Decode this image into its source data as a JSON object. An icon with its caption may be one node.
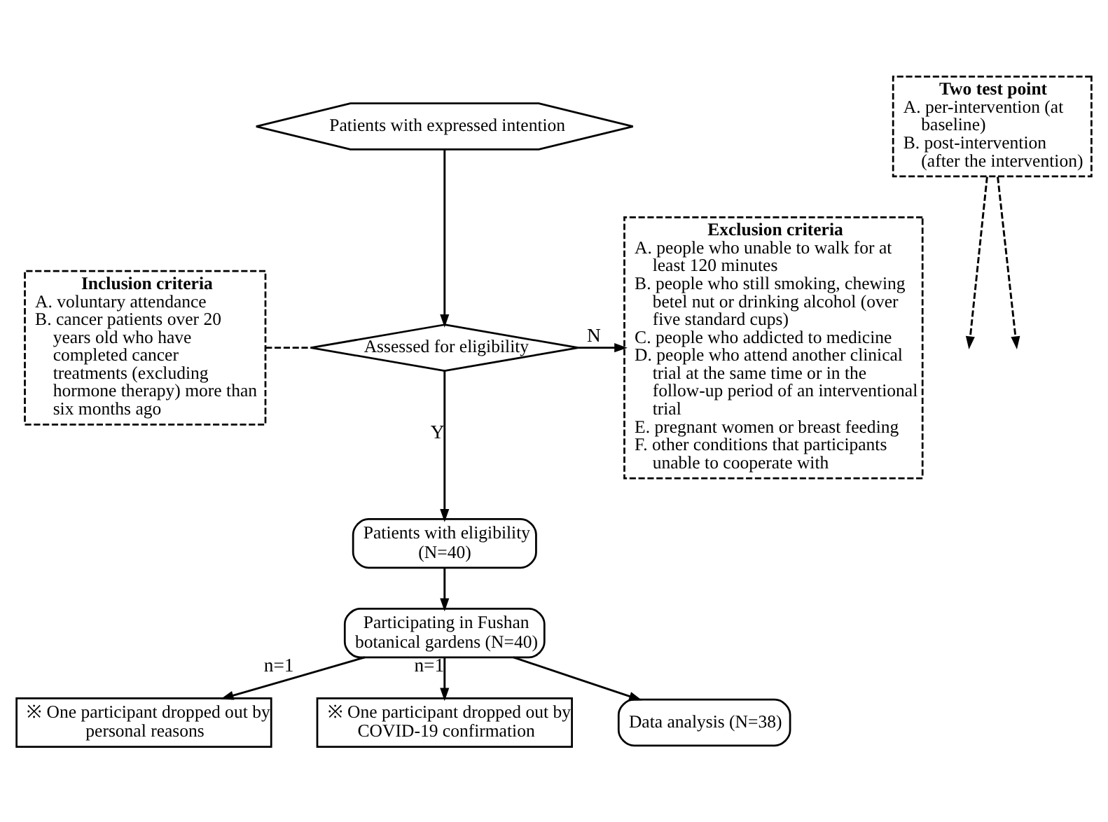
{
  "diagram": {
    "nodes": [
      {
        "text": [
          "Patients with expressed intention"
        ]
      },
      {
        "text": [
          "Inclusion criteria",
          "A. voluntary attendance",
          "B. cancer patients over 20 years old who have completed cancer treatments (excluding hormone therapy) more than six months ago"
        ]
      },
      {
        "text": [
          "Assessed for eligibility"
        ]
      },
      {
        "text": [
          "Exclusion criteria",
          "A. people who unable to walk for at least 120 minutes",
          "B. people who still smoking, chewing betel nut or drinking alcohol (over five standard cups)",
          "C. people who addicted to medicine",
          "D. people who attend another clinical trial at the same time or in the follow-up period of an interventional trial",
          "E. pregnant women or breast feeding",
          "F. other conditions that participants unable to cooperate with"
        ]
      },
      {
        "text": [
          "Patients with eligibility",
          "(N=40)"
        ]
      },
      {
        "text": [
          "Two test point",
          "A. per-intervention (at baseline)",
          "B. post-intervention (after the intervention)"
        ]
      },
      {
        "text": [
          "Participating in Fushan botanical gardens (N=40)"
        ]
      },
      {
        "text": [
          "※ One participant dropped out by personal reasons"
        ]
      },
      {
        "text": [
          "※ One participant dropped out by COVID-19 confirmation"
        ]
      },
      {
        "text": [
          "Data analysis (N=38)"
        ]
      }
    ],
    "edges": [
      {
        "from": 0,
        "to": 2,
        "arrow": "to"
      },
      {
        "from": 1,
        "to": 2,
        "arrow": "none",
        "style": "dashed"
      },
      {
        "from": 2,
        "to": 3,
        "arrow": "to",
        "label": "N"
      },
      {
        "from": 2,
        "to": 4,
        "arrow": "to",
        "label": "Y"
      },
      {
        "from": 4,
        "to": 6,
        "arrow": "to"
      },
      {
        "from": 5,
        "to": null,
        "arrow": "to",
        "style": "dashed"
      },
      {
        "from": 5,
        "to": null,
        "arrow": "to",
        "style": "dashed"
      },
      {
        "from": 6,
        "to": 7,
        "arrow": "to",
        "label": "n=1"
      },
      {
        "from": 6,
        "to": 8,
        "arrow": "to",
        "label": "n=1"
      },
      {
        "from": 6,
        "to": 9,
        "arrow": "to"
      }
    ]
  }
}
